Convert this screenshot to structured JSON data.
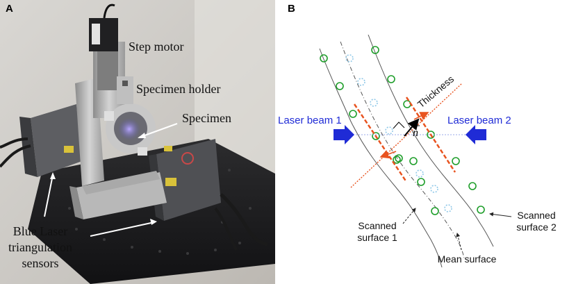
{
  "panel_a": {
    "letter": "A",
    "labels": {
      "step_motor": "Step motor",
      "specimen_holder": "Specimen holder",
      "specimen": "Specimen",
      "sensors_line1": "Blue Laser",
      "sensors_line2": "triangulation",
      "sensors_line3": "sensors"
    }
  },
  "panel_b": {
    "letter": "B",
    "labels": {
      "laser_beam_1": "Laser beam 1",
      "laser_beam_2": "Laser beam 2",
      "thickness": "Thickness",
      "normal": "n",
      "scanned_surface_1_line1": "Scanned",
      "scanned_surface_1_line2": "surface 1",
      "scanned_surface_2_line1": "Scanned",
      "scanned_surface_2_line2": "surface 2",
      "mean_surface": "Mean surface"
    },
    "colors": {
      "beam": "#1f2bd6",
      "tangent": "#e8531f",
      "points": "#1e9e2a",
      "mean_points": "#8fc8e8"
    }
  }
}
